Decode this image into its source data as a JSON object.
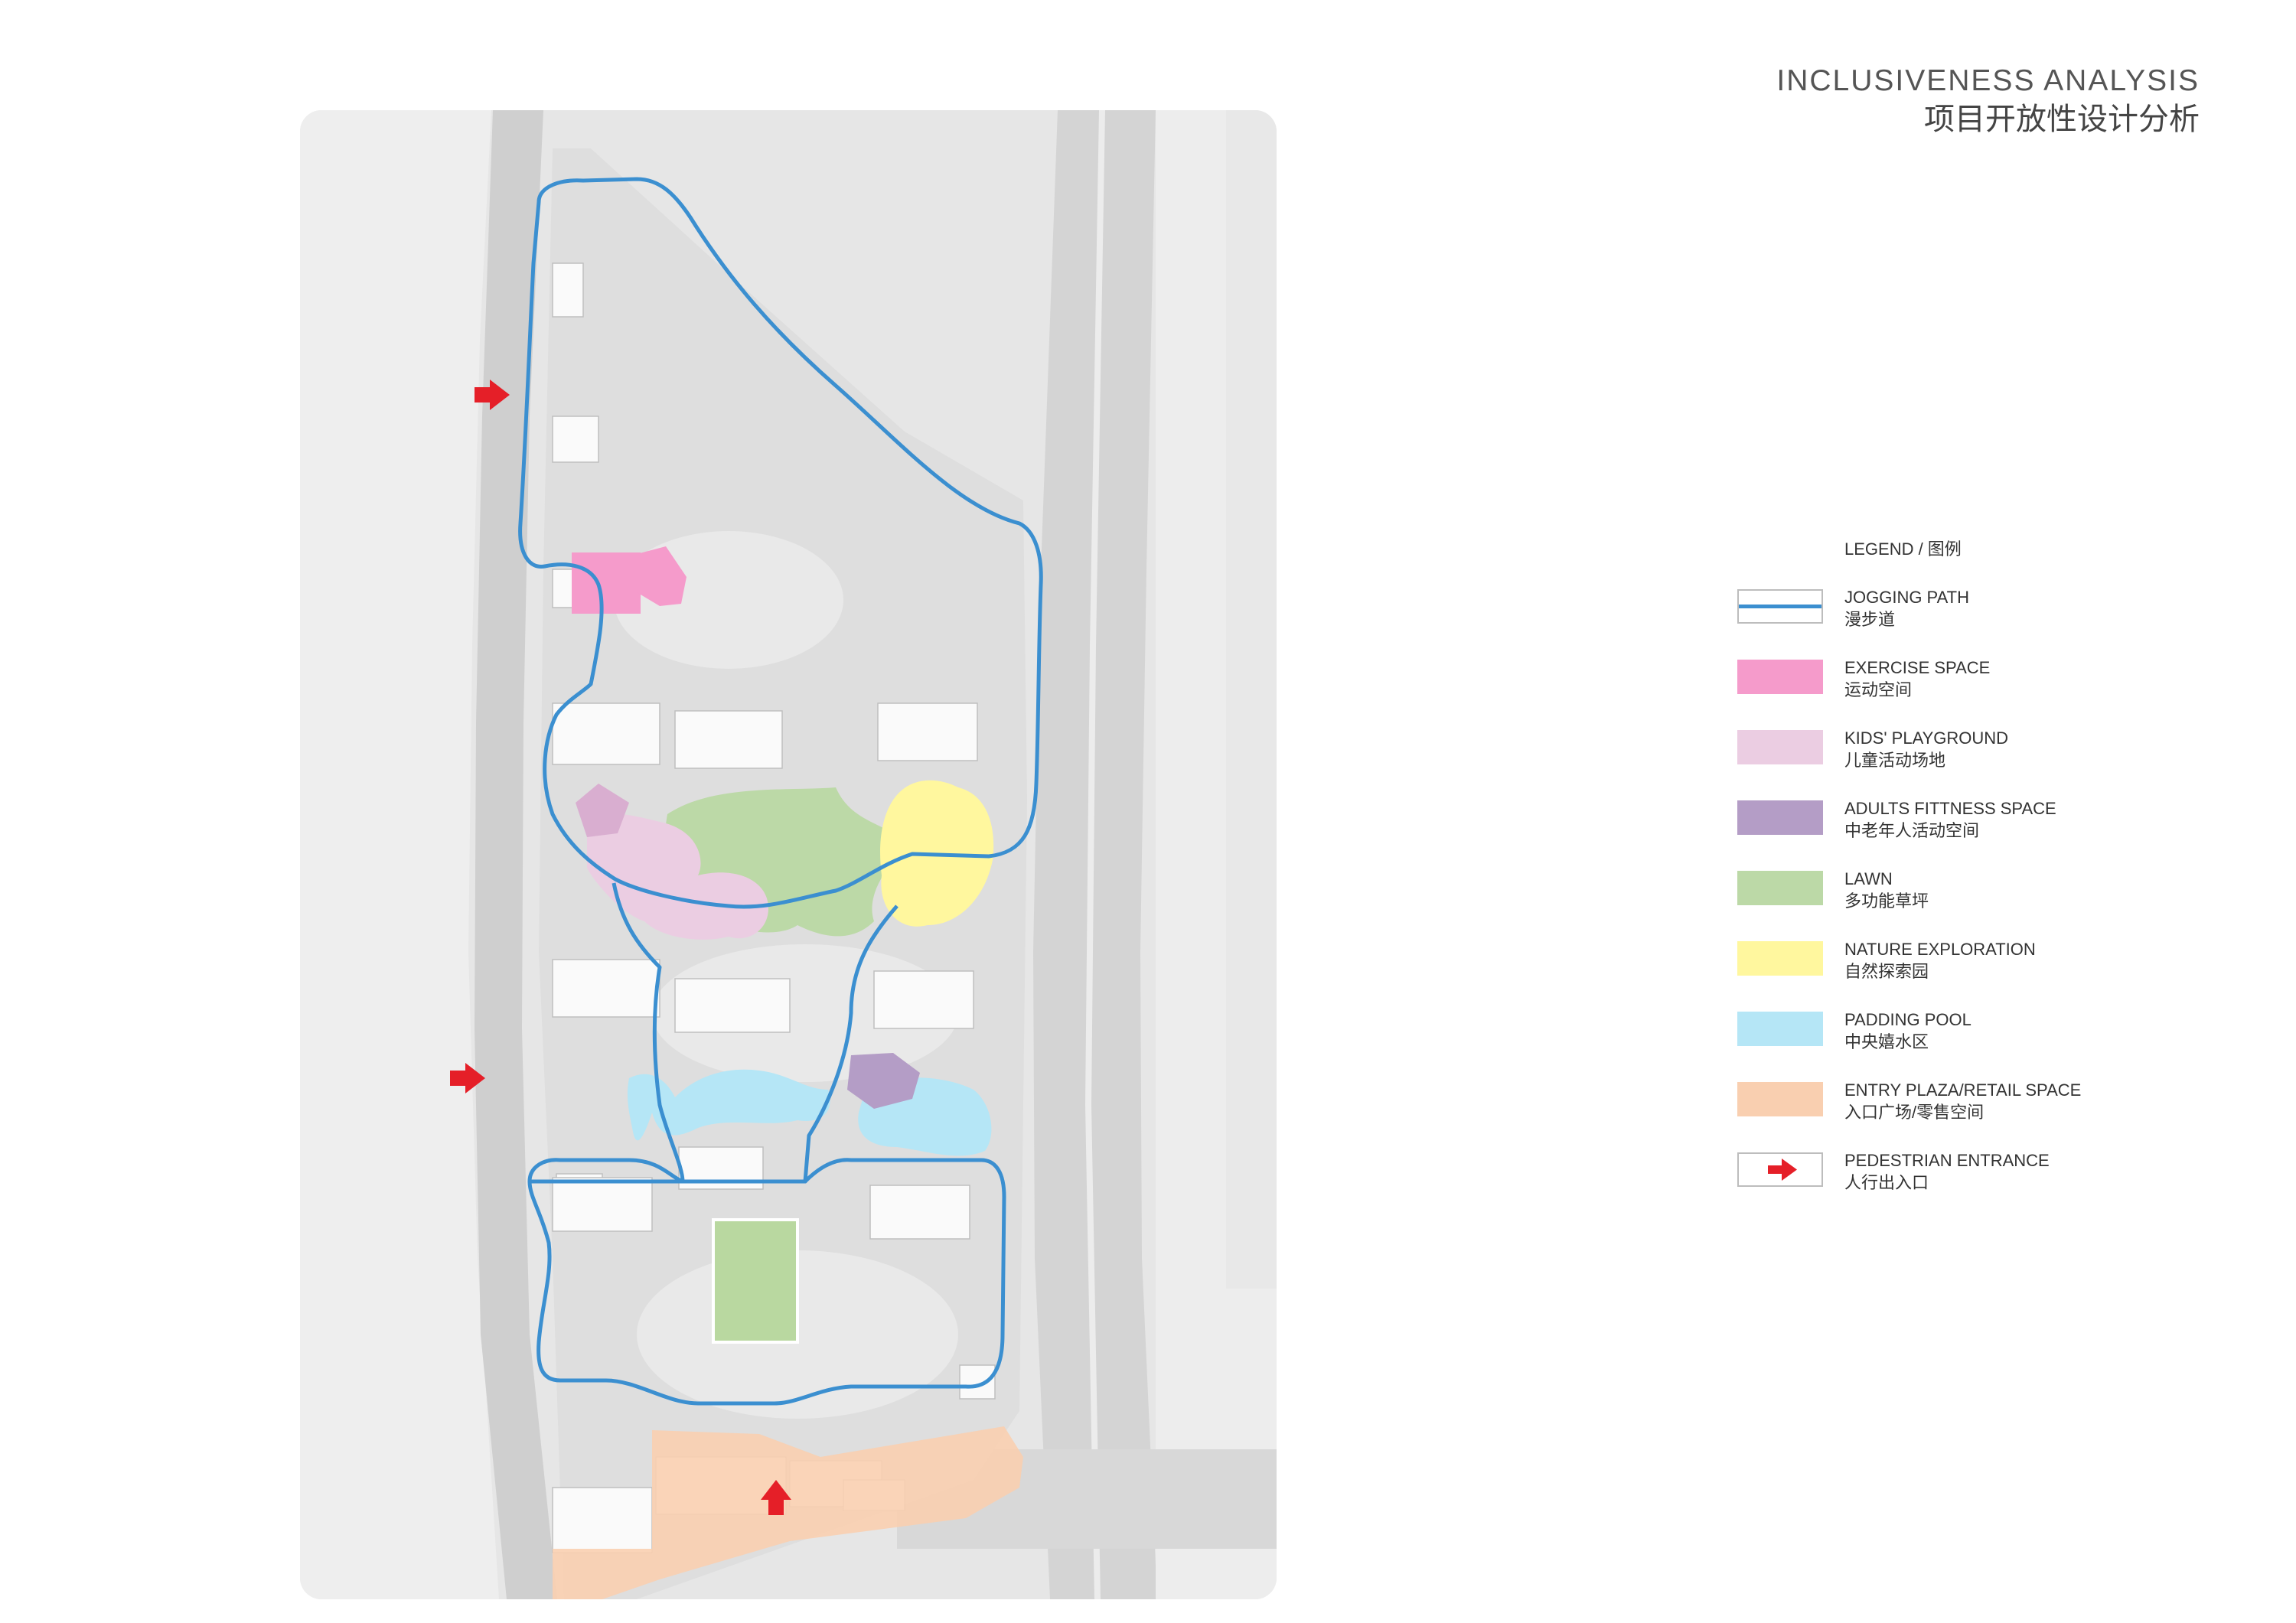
{
  "title": {
    "en": "INCLUSIVENESS ANALYSIS",
    "cn": "项目开放性设计分析"
  },
  "legend": {
    "title": "LEGEND / 图例",
    "items": [
      {
        "key": "jogging-path",
        "en": "JOGGING PATH",
        "cn": "漫步道",
        "color": "#3b8fd0",
        "kind": "line"
      },
      {
        "key": "exercise-space",
        "en": "EXERCISE SPACE",
        "cn": "运动空间",
        "color": "#f59bcb",
        "kind": "fill"
      },
      {
        "key": "kids-playground",
        "en": "KIDS' PLAYGROUND",
        "cn": "儿童活动场地",
        "color": "#ebcde2",
        "kind": "fill"
      },
      {
        "key": "adults-fitness-space",
        "en": "ADULTS FITTNESS SPACE",
        "cn": "中老年人活动空间",
        "color": "#b49dc6",
        "kind": "fill"
      },
      {
        "key": "lawn",
        "en": "LAWN",
        "cn": "多功能草坪",
        "color": "#bcd9a7",
        "kind": "fill"
      },
      {
        "key": "nature-exploration",
        "en": "NATURE EXPLORATION",
        "cn": "自然探索园",
        "color": "#fff79e",
        "kind": "fill"
      },
      {
        "key": "padding-pool",
        "en": "PADDING POOL",
        "cn": "中央嬉水区",
        "color": "#b5e6f6",
        "kind": "fill"
      },
      {
        "key": "entry-plaza",
        "en": "ENTRY PLAZA/RETAIL SPACE",
        "cn": "入口广场/零售空间",
        "color": "#f9cfb0",
        "kind": "fill"
      },
      {
        "key": "pedestrian-entrance",
        "en": "PEDESTRIAN ENTRANCE",
        "cn": "人行出入口",
        "color": "#e51f28",
        "kind": "arrow"
      }
    ]
  }
}
